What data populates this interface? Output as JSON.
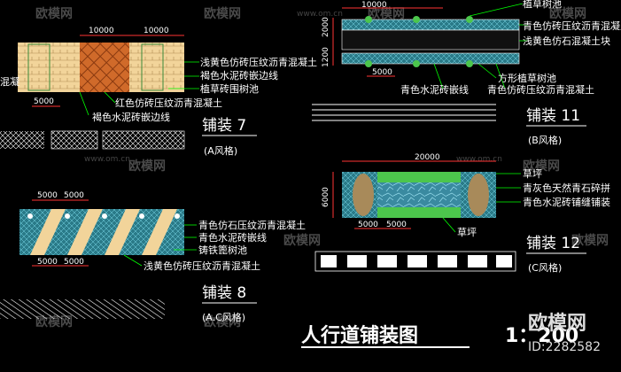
{
  "watermarks": {
    "brand": "欧模网",
    "url": "www.om.cn"
  },
  "panel7": {
    "dims": [
      "10000",
      "10000",
      "5000"
    ],
    "left_edge_label": "混凝",
    "labels": [
      "浅黄色仿砖压纹沥青混凝土",
      "褐色水泥砖嵌边线",
      "植草砖围树池",
      "红色仿砖压纹沥青混凝土",
      "褐色水泥砖嵌边线"
    ],
    "title": "铺装 7",
    "subtitle": "(A风格)"
  },
  "panel11": {
    "dims": [
      "10000",
      "2000",
      "1200",
      "5000"
    ],
    "labels": [
      "植草树池",
      "青色仿砖压纹沥青混凝土",
      "浅黄色仿石混凝土块",
      "方形植草树池",
      "青色水泥砖嵌线",
      "青色仿砖压纹沥青混凝土"
    ],
    "title": "铺装 11",
    "subtitle": "(B风格)"
  },
  "panel8": {
    "dims": [
      "5000",
      "5000",
      "5000",
      "5000"
    ],
    "labels": [
      "青色仿石压纹沥青混凝土",
      "青色水泥砖嵌线",
      "铸铁篦树池",
      "浅黄色仿砖压纹沥青混凝土"
    ],
    "title": "铺装 8",
    "subtitle": "(A.C风格)"
  },
  "panel12": {
    "dims": [
      "20000",
      "6000",
      "5000",
      "5000"
    ],
    "labels": [
      "草坪",
      "青灰色天然青石碎拼",
      "青色水泥砖铺缝铺装",
      "草坪"
    ],
    "title": "铺装 12",
    "subtitle": "(C风格)"
  },
  "footer": {
    "main_title": "人行道铺装图",
    "scale": "1：200",
    "brand": "欧模网",
    "id": "ID:2282582"
  },
  "colors": {
    "dimension": "#ff3333",
    "leader": "#00ff00",
    "brick": "#f2d49a",
    "red_brick": "#d06a2a",
    "cyan": "#4cc6d8",
    "grass": "#4cc64c"
  }
}
